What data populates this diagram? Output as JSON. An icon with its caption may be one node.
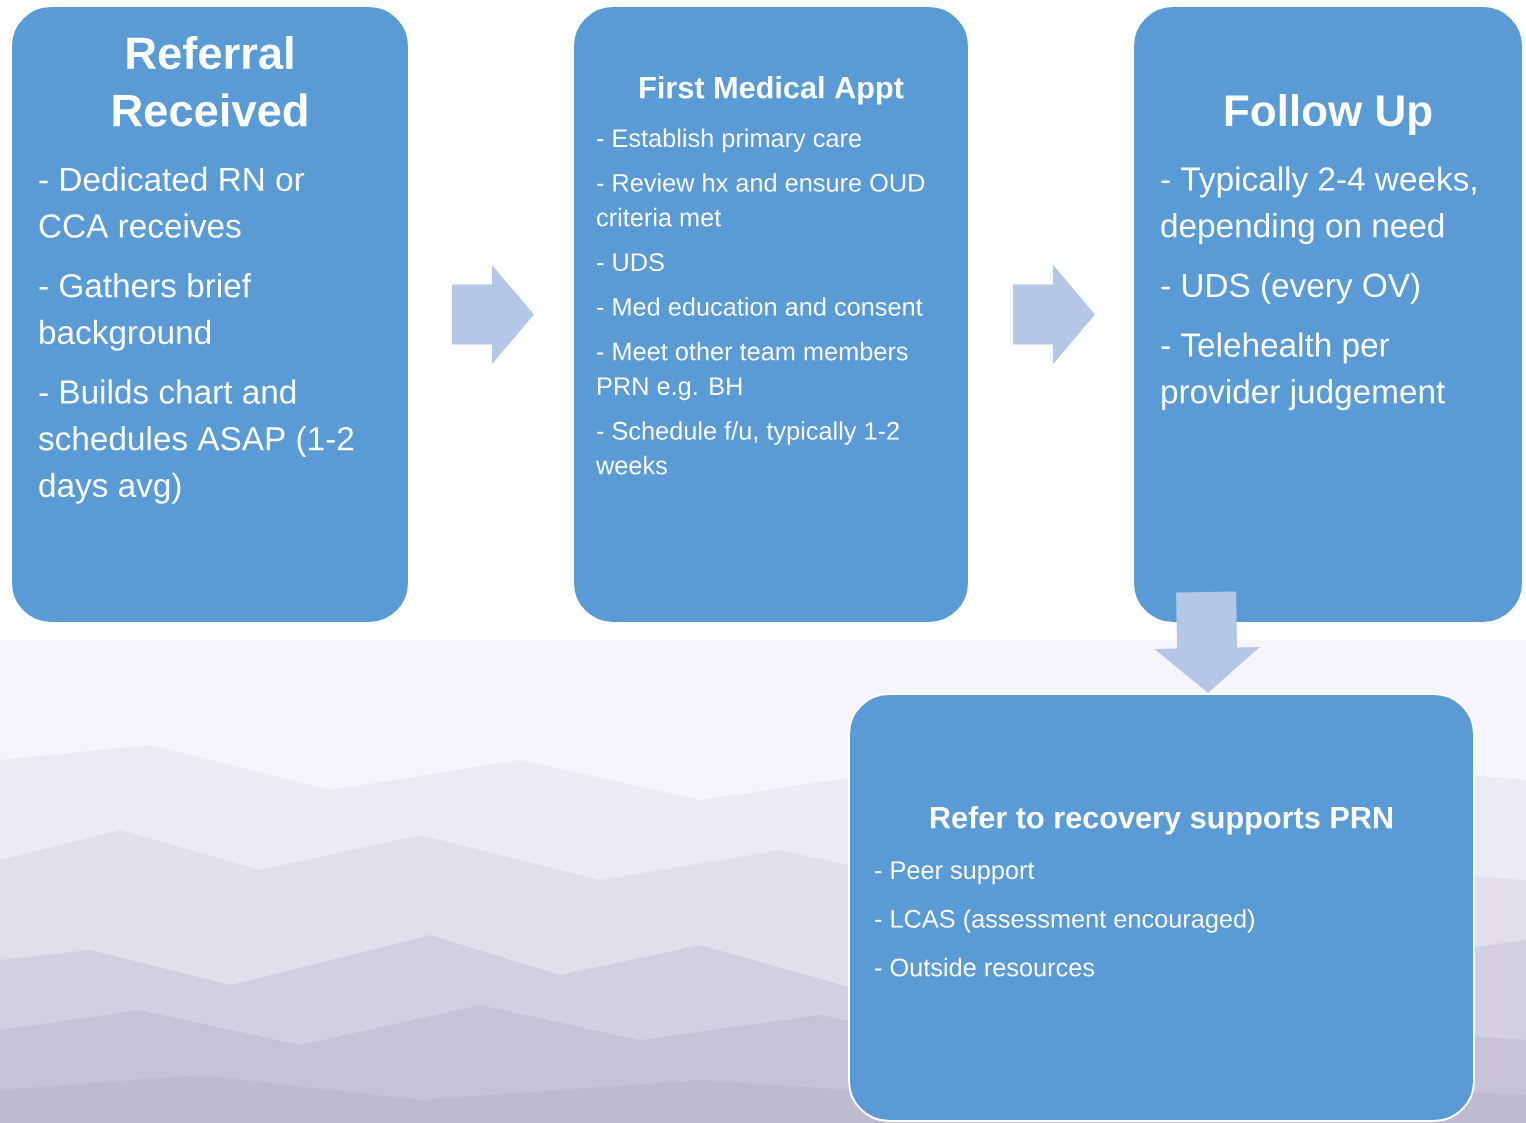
{
  "diagram": {
    "nodes": [
      {
        "text": [
          "Referral Received",
          "- Dedicated RN or CCA receives",
          "- Gathers brief background",
          "- Builds chart and schedules ASAP (1-2 days avg)"
        ]
      },
      {
        "text": [
          "First Medical Appt",
          "- Establish primary care",
          "- Review hx and ensure OUD criteria met",
          "- UDS",
          "- Med education and consent",
          "- Meet other team members PRN e.g. BH",
          "- Schedule f/u, typically 1-2 weeks"
        ]
      },
      {
        "text": [
          "Follow Up",
          "- Typically 2-4 weeks, depending on need",
          "- UDS (every OV)",
          "- Telehealth per provider judgement"
        ]
      },
      {
        "text": [
          "Refer to recovery supports PRN",
          "- Peer support",
          "- LCAS (assessment encouraged)",
          "- Outside resources"
        ]
      }
    ],
    "edges": [
      {
        "from": 0,
        "to": 1,
        "arrow": "to"
      },
      {
        "from": 1,
        "to": 2,
        "arrow": "to"
      },
      {
        "from": 2,
        "to": 3,
        "arrow": "to"
      }
    ]
  }
}
